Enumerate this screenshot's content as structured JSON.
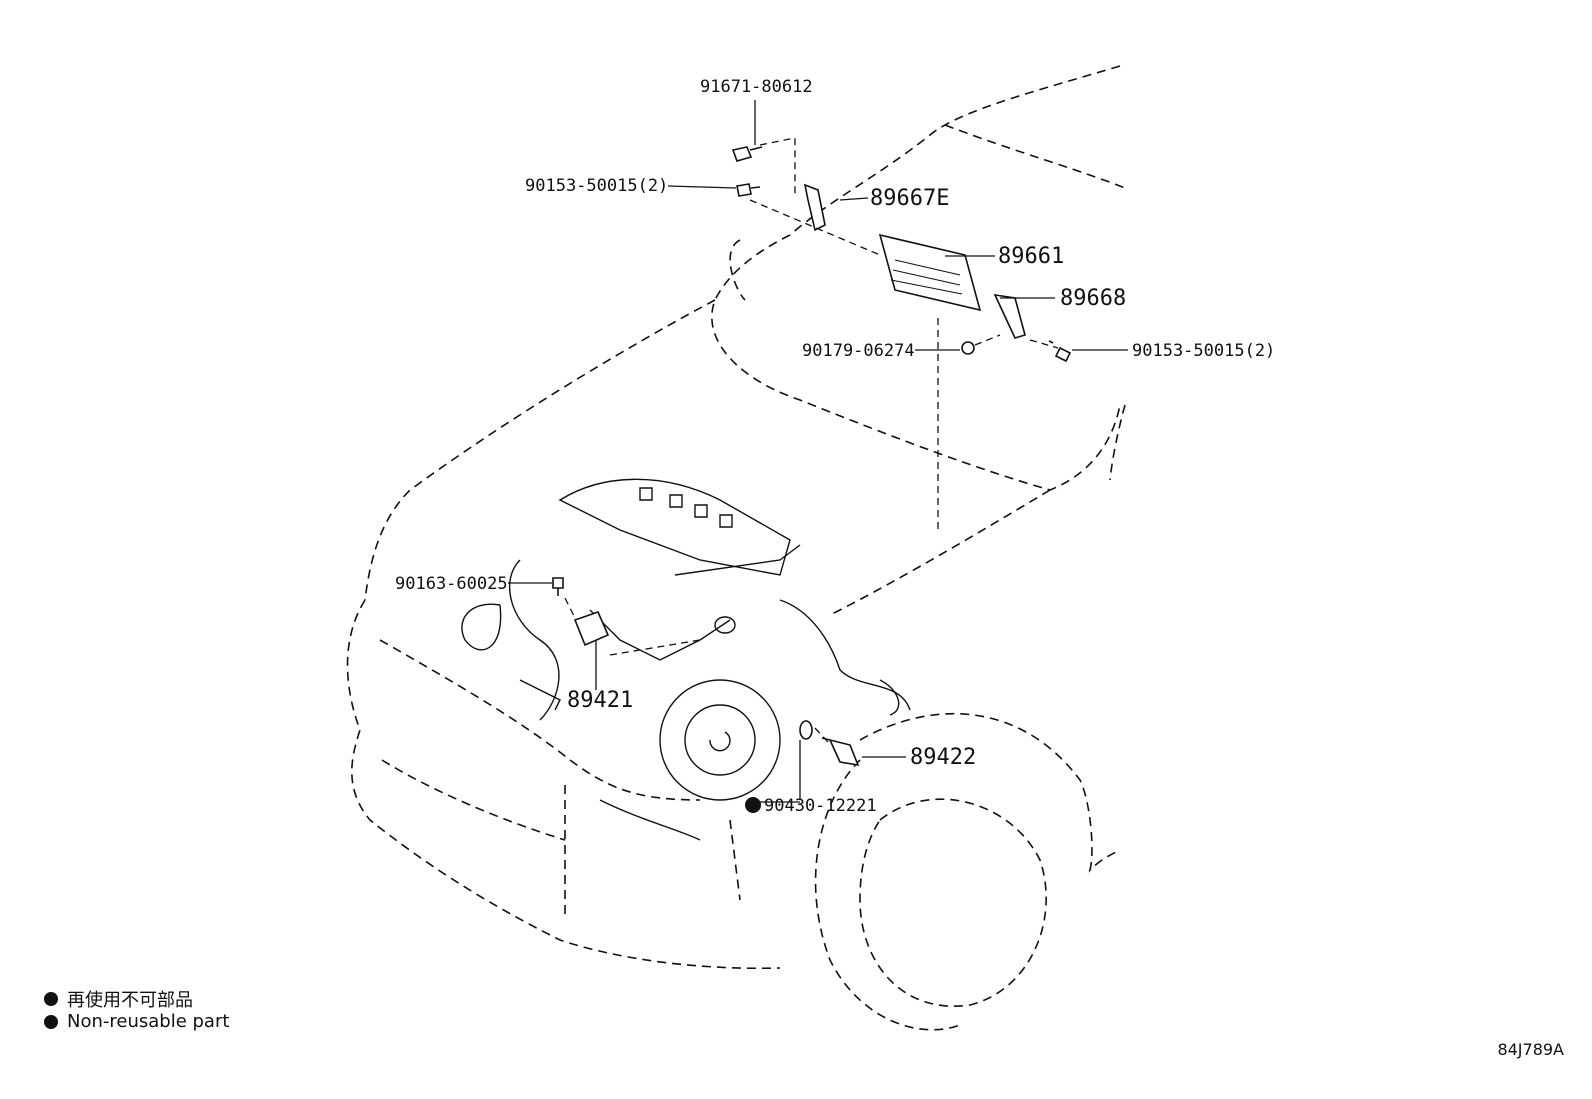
{
  "diagram": {
    "reference_code": "84J789A",
    "legend": [
      {
        "text": "再使用不可部品"
      },
      {
        "text": "Non-reusable part"
      }
    ],
    "callouts": {
      "p91671": "91671-80612",
      "p90153a": "90153-50015(2)",
      "p89667e": "89667E",
      "p89661": "89661",
      "p89668": "89668",
      "p90179": "90179-06274",
      "p90153b": "90153-50015(2)",
      "p90163": "90163-60025",
      "p89421": "89421",
      "p89422": "89422",
      "p90430": "90430-12221"
    },
    "non_reusable_marker": "90430-12221"
  }
}
